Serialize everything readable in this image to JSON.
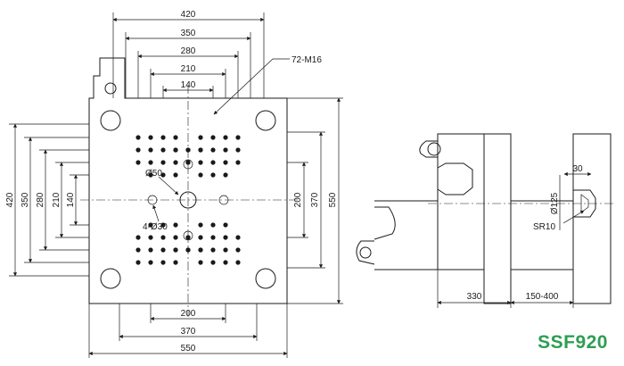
{
  "platen_top_dims": [
    "420",
    "350",
    "280",
    "210",
    "140"
  ],
  "platen_left_dims": [
    "420",
    "350",
    "280",
    "210",
    "140"
  ],
  "platen_right_dims": [
    "200",
    "370",
    "550"
  ],
  "platen_bottom_dims": [
    "200",
    "370",
    "550"
  ],
  "callouts": {
    "tapped_holes": "72-M16",
    "center_bore": "Ø50",
    "ejector_holes": "4-Ø30"
  },
  "side_view": {
    "nozzle_length": "30",
    "locating_ring": "Ø125",
    "nozzle_radius": "SR10",
    "platen_distance": "330",
    "mould_stroke": "150-400"
  },
  "model": "SSF920",
  "colors": {
    "model_text": "#2e9e52",
    "line": "#1a1a1a"
  }
}
